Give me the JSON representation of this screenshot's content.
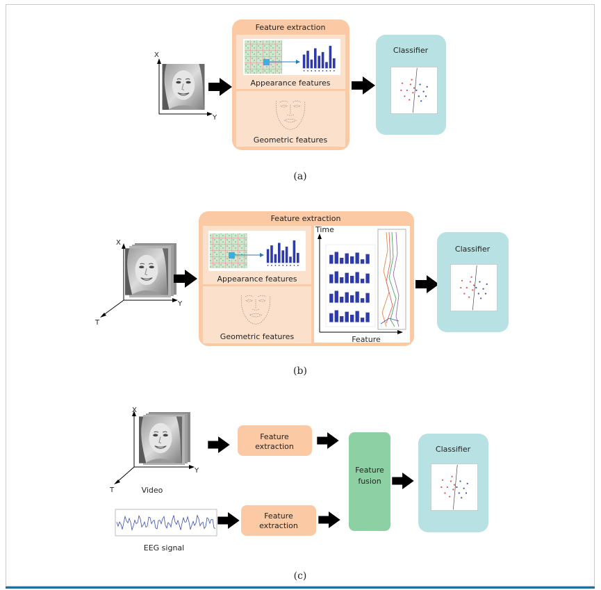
{
  "panel_a": {
    "caption": "(a)",
    "axis_x": "X",
    "axis_y": "Y",
    "feature_extraction_title": "Feature extraction",
    "appearance_label": "Appearance features",
    "geometric_label": "Geometric features",
    "classifier_label": "Classifier"
  },
  "panel_b": {
    "caption": "(b)",
    "axis_x": "X",
    "axis_y": "Y",
    "axis_t": "T",
    "feature_extraction_title": "Feature extraction",
    "appearance_label": "Appearance features",
    "geometric_label": "Geometric features",
    "time_label": "Time",
    "feature_label": "Feature",
    "classifier_label": "Classifier"
  },
  "panel_c": {
    "caption": "(c)",
    "axis_x": "X",
    "axis_y": "Y",
    "axis_t": "T",
    "video_label": "Video",
    "eeg_label": "EEG signal",
    "feature_extraction_line1": "Feature",
    "feature_extraction_line2": "extraction",
    "feature_fusion_line1": "Feature",
    "feature_fusion_line2": "fusion",
    "classifier_label": "Classifier"
  },
  "colors": {
    "feature_box": "#fbc9a3",
    "feature_inner": "#fbe0cc",
    "classifier_box": "#b7e1e3",
    "fusion_box": "#8dd0a3",
    "bar": "#2e3aa8",
    "highlight_cell": "#39b0e0",
    "arrow": "#000000",
    "rule": "#1f6fa1"
  }
}
